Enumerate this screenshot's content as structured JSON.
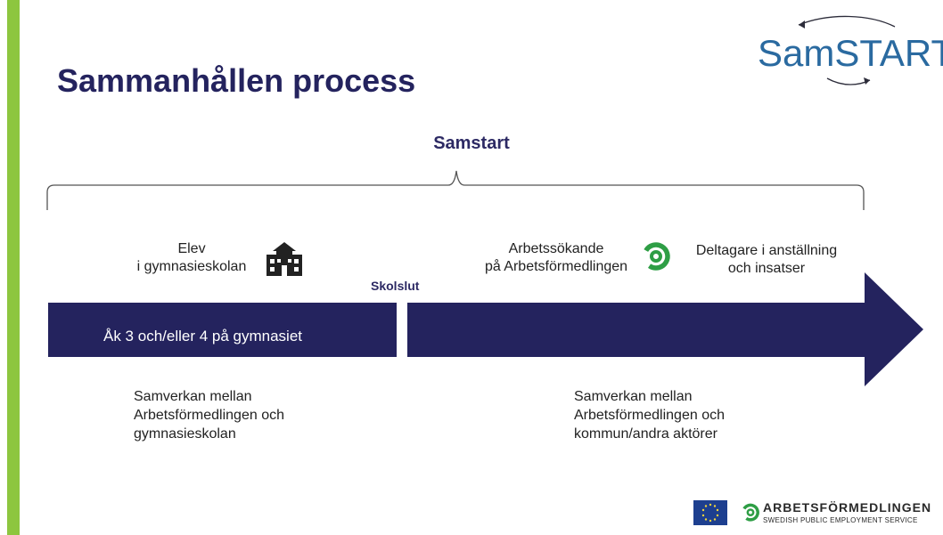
{
  "title": "Sammanhållen process",
  "logo_text": "SamSTART",
  "samstart_label": "Samstart",
  "left_stage": {
    "line1": "Elev",
    "line2": "i gymnasieskolan"
  },
  "skolslut": "Skolslut",
  "middle_stage": {
    "line1": "Arbetssökande",
    "line2": "på Arbetsförmedlingen"
  },
  "right_stage": {
    "line1": "Deltagare i anställning",
    "line2": "och insatser"
  },
  "bar_label": "Åk 3 och/eller 4 på gymnasiet",
  "cooperation_left": {
    "line1": "Samverkan mellan",
    "line2": "Arbetsförmedlingen och",
    "line3": "gymnasieskolan"
  },
  "cooperation_right": {
    "line1": "Samverkan mellan",
    "line2": "Arbetsförmedlingen och",
    "line3": "kommun/andra aktörer"
  },
  "footer": {
    "brand": "ARBETSFÖRMEDLINGEN",
    "subtitle": "SWEDISH PUBLIC EMPLOYMENT SERVICE"
  },
  "colors": {
    "navy": "#24235e",
    "green": "#8dc63f",
    "logo_blue": "#2a6aa0"
  },
  "icons": [
    "school-building-icon",
    "arbetsformedlingen-logo-icon",
    "eu-flag-icon"
  ]
}
